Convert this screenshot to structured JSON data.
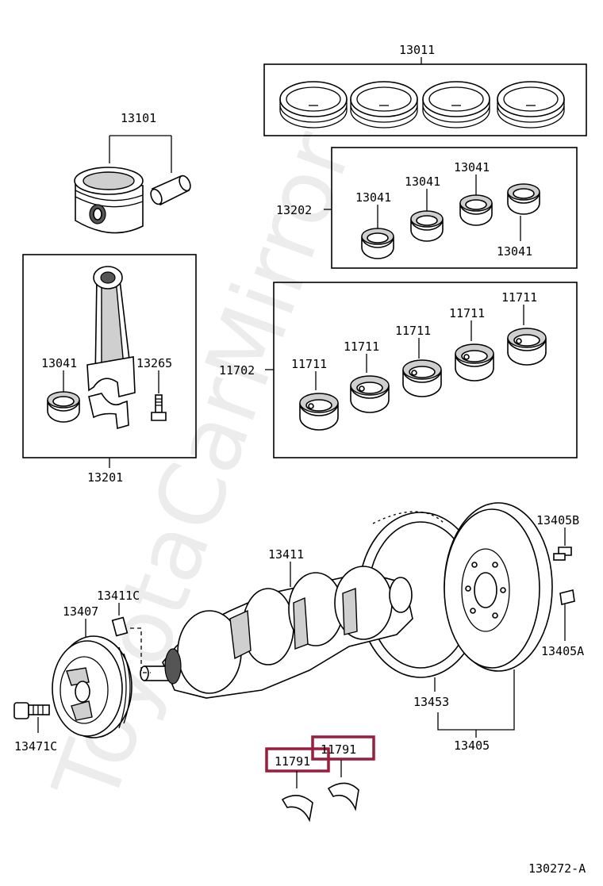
{
  "diagram_ref": "130272-A",
  "watermark": "ToyotaCarMirror",
  "highlight_color": "#9b1c3c",
  "labels": {
    "piston_ring_set": "13011",
    "piston_sub_assy": "13101",
    "conrod_bearing_set": "13202",
    "conrod_bearing_1": "13041",
    "conrod_bearing_2": "13041",
    "conrod_bearing_3": "13041",
    "conrod_bearing_4": "13041",
    "conrod_assy_bearing": "13041",
    "conrod_bolt": "13265",
    "conrod_assy": "13201",
    "main_bearing_set": "11702",
    "main_bearing_1": "11711",
    "main_bearing_2": "11711",
    "main_bearing_3": "11711",
    "main_bearing_4": "11711",
    "main_bearing_5": "11711",
    "crankshaft": "13411",
    "crank_key": "13411C",
    "pulley": "13407",
    "pulley_bolt": "13471C",
    "flywheel_bolt": "13405B",
    "flywheel_pin": "13405A",
    "ring_gear": "13453",
    "flywheel": "13405",
    "thrust_washer_left": "11791",
    "thrust_washer_right": "11791"
  }
}
